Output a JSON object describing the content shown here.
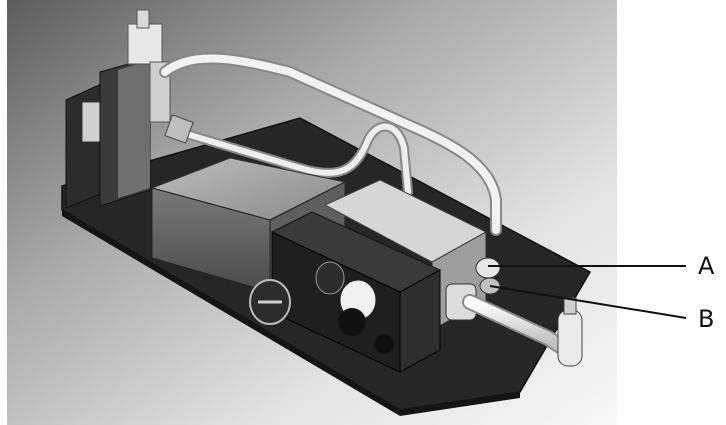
{
  "callouts": [
    {
      "id": "A",
      "label": "A"
    },
    {
      "id": "B",
      "label": "B"
    }
  ],
  "colors": {
    "background": "#ffffff",
    "render_light": "#f2f2f2",
    "render_dark": "#6a6a6a",
    "metal_dark": "#2a2a2a",
    "leader_line": "#111111"
  }
}
